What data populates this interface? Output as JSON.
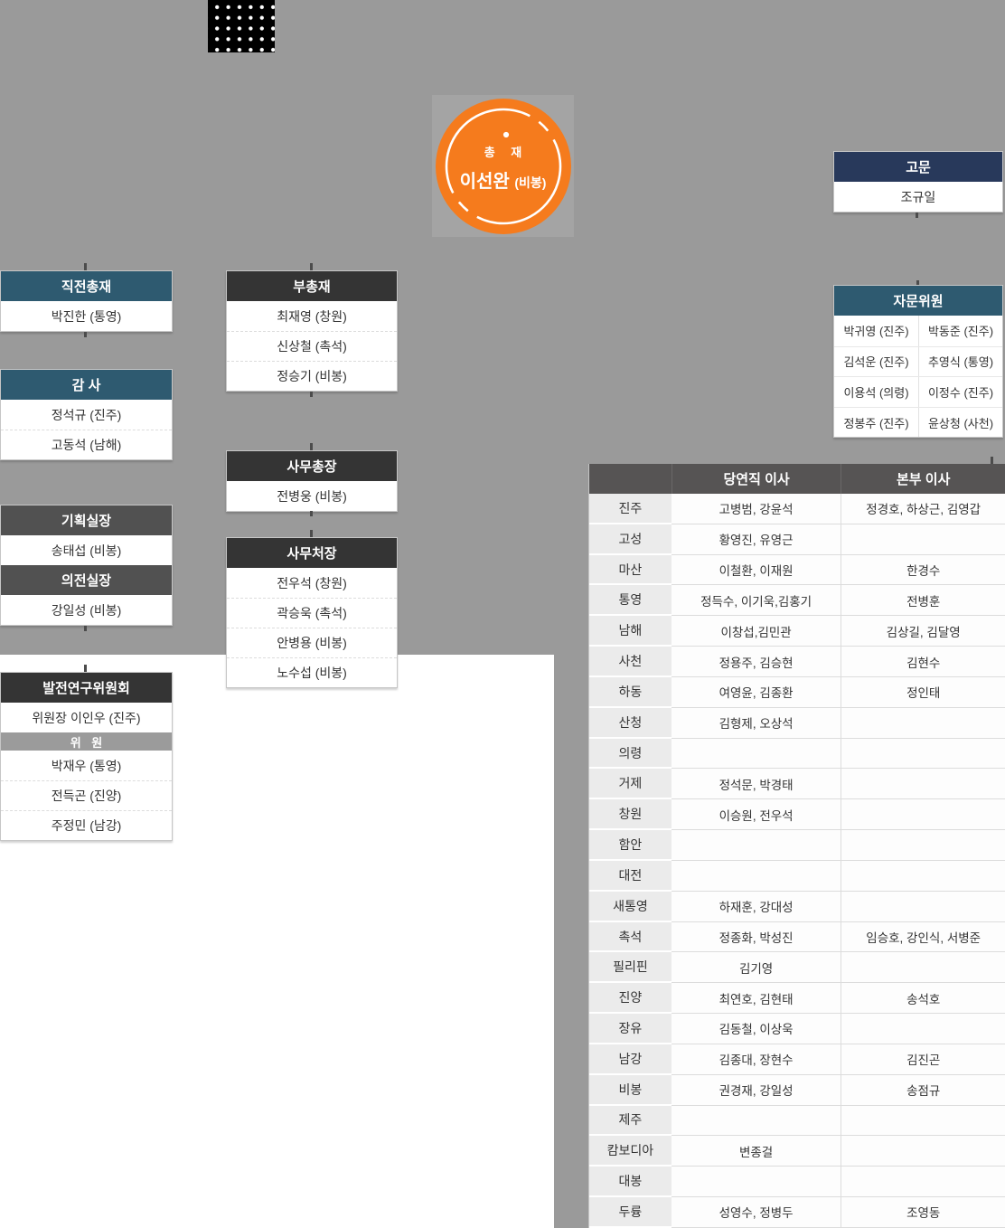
{
  "colors": {
    "background": "#9a9a9a",
    "chairman_orange": "#f57b1d",
    "header_teal": "#2e5a70",
    "header_navy": "#28395b",
    "header_dark": "#343434",
    "header_gray": "#515151",
    "table_header_gray": "#565454",
    "region_column_bg": "#ebebeb"
  },
  "chairman": {
    "title": "총 재",
    "name": "이선완",
    "branch": "(비봉)"
  },
  "boxes": {
    "advisor": {
      "title": "고문",
      "rows": [
        "조규일"
      ]
    },
    "prev_chairman": {
      "title": "직전총재",
      "rows": [
        "박진한 (통영)"
      ]
    },
    "vice_chairman": {
      "title": "부총재",
      "rows": [
        "최재영 (창원)",
        "신상철 (촉석)",
        "정승기 (비봉)"
      ]
    },
    "advisory_committee": {
      "title": "자문위원",
      "rows": [
        [
          "박귀영 (진주)",
          "박동준 (진주)"
        ],
        [
          "김석운 (진주)",
          "추영식 (통영)"
        ],
        [
          "이용석 (의령)",
          "이정수 (진주)"
        ],
        [
          "정봉주 (진주)",
          "윤상청 (사천)"
        ]
      ]
    },
    "auditor": {
      "title": "감 사",
      "rows": [
        "정석규 (진주)",
        "고동석 (남해)"
      ]
    },
    "secretary_general": {
      "title": "사무총장",
      "rows": [
        "전병웅 (비봉)"
      ]
    },
    "planning_director": {
      "title": "기획실장",
      "rows": [
        "송태섭 (비봉)"
      ]
    },
    "protocol_director": {
      "title": "의전실장",
      "rows": [
        "강일성 (비봉)"
      ]
    },
    "secretary_office": {
      "title": "사무처장",
      "rows": [
        "전우석 (창원)",
        "곽승욱 (촉석)",
        "안병용 (비봉)",
        "노수섭 (비봉)"
      ]
    },
    "research_committee": {
      "title": "발전연구위원회",
      "chair": "위원장 이인우 (진주)",
      "member_label": "위 원",
      "members": [
        "박재우 (통영)",
        "전득곤 (진양)",
        "주정민 (남강)"
      ]
    }
  },
  "directors_table": {
    "headers": {
      "ex_officio": "당연직 이사",
      "headquarters": "본부 이사"
    },
    "rows": [
      {
        "region": "진주",
        "ex": "고병범, 강윤석",
        "hq": "정경호, 하상근, 김영갑"
      },
      {
        "region": "고성",
        "ex": "황영진, 유영근",
        "hq": ""
      },
      {
        "region": "마산",
        "ex": "이철환, 이재원",
        "hq": "한경수"
      },
      {
        "region": "통영",
        "ex": "정득수, 이기욱,김홍기",
        "hq": "전병훈"
      },
      {
        "region": "남해",
        "ex": "이창섭,김민관",
        "hq": "김상길, 김달영"
      },
      {
        "region": "사천",
        "ex": "정용주, 김승현",
        "hq": "김현수"
      },
      {
        "region": "하동",
        "ex": "여영윤, 김종환",
        "hq": "정인태"
      },
      {
        "region": "산청",
        "ex": "김형제, 오상석",
        "hq": ""
      },
      {
        "region": "의령",
        "ex": "",
        "hq": ""
      },
      {
        "region": "거제",
        "ex": "정석문, 박경태",
        "hq": ""
      },
      {
        "region": "창원",
        "ex": "이승원, 전우석",
        "hq": ""
      },
      {
        "region": "함안",
        "ex": "",
        "hq": ""
      },
      {
        "region": "대전",
        "ex": "",
        "hq": ""
      },
      {
        "region": "새통영",
        "ex": "하재훈, 강대성",
        "hq": ""
      },
      {
        "region": "촉석",
        "ex": "정종화, 박성진",
        "hq": "임승호, 강인식, 서병준"
      },
      {
        "region": "필리핀",
        "ex": "김기영",
        "hq": ""
      },
      {
        "region": "진양",
        "ex": "최연호, 김현태",
        "hq": "송석호"
      },
      {
        "region": "장유",
        "ex": "김동철, 이상욱",
        "hq": ""
      },
      {
        "region": "남강",
        "ex": "김종대, 장현수",
        "hq": "김진곤"
      },
      {
        "region": "비봉",
        "ex": "권경재, 강일성",
        "hq": "송점규"
      },
      {
        "region": "제주",
        "ex": "",
        "hq": ""
      },
      {
        "region": "캄보디아",
        "ex": "변종걸",
        "hq": ""
      },
      {
        "region": "대봉",
        "ex": "",
        "hq": ""
      },
      {
        "region": "두륭",
        "ex": "성영수, 정병두",
        "hq": "조영동"
      }
    ]
  }
}
